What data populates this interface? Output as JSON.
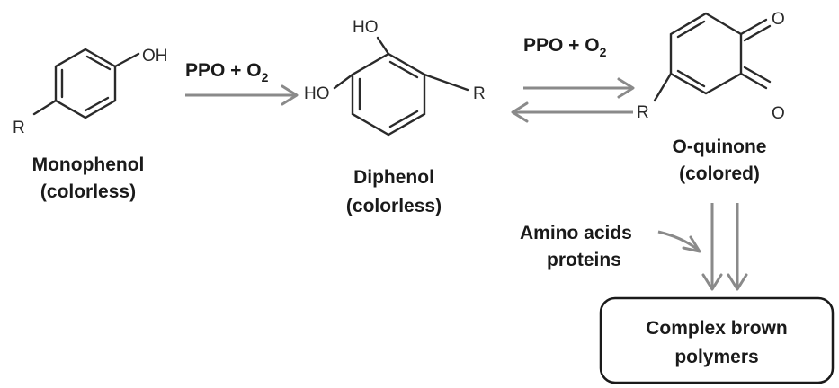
{
  "monophenol": {
    "oh": "OH",
    "r": "R",
    "name": "Monophenol",
    "state": "(colorless)"
  },
  "step1": {
    "reagent": "PPO + O",
    "subscript": "2"
  },
  "diphenol": {
    "ho_top": "HO",
    "ho_left": "HO",
    "r": "R",
    "name": "Diphenol",
    "state": "(colorless)"
  },
  "step2": {
    "reagent": "PPO + O",
    "subscript": "2"
  },
  "quinone": {
    "o_top": "O",
    "o_bottom": "O",
    "r": "R",
    "name": "O-quinone",
    "state": "(colored)"
  },
  "side_reactant": {
    "line1": "Amino acids",
    "line2": "proteins"
  },
  "product": {
    "line1": "Complex brown",
    "line2": "polymers"
  }
}
